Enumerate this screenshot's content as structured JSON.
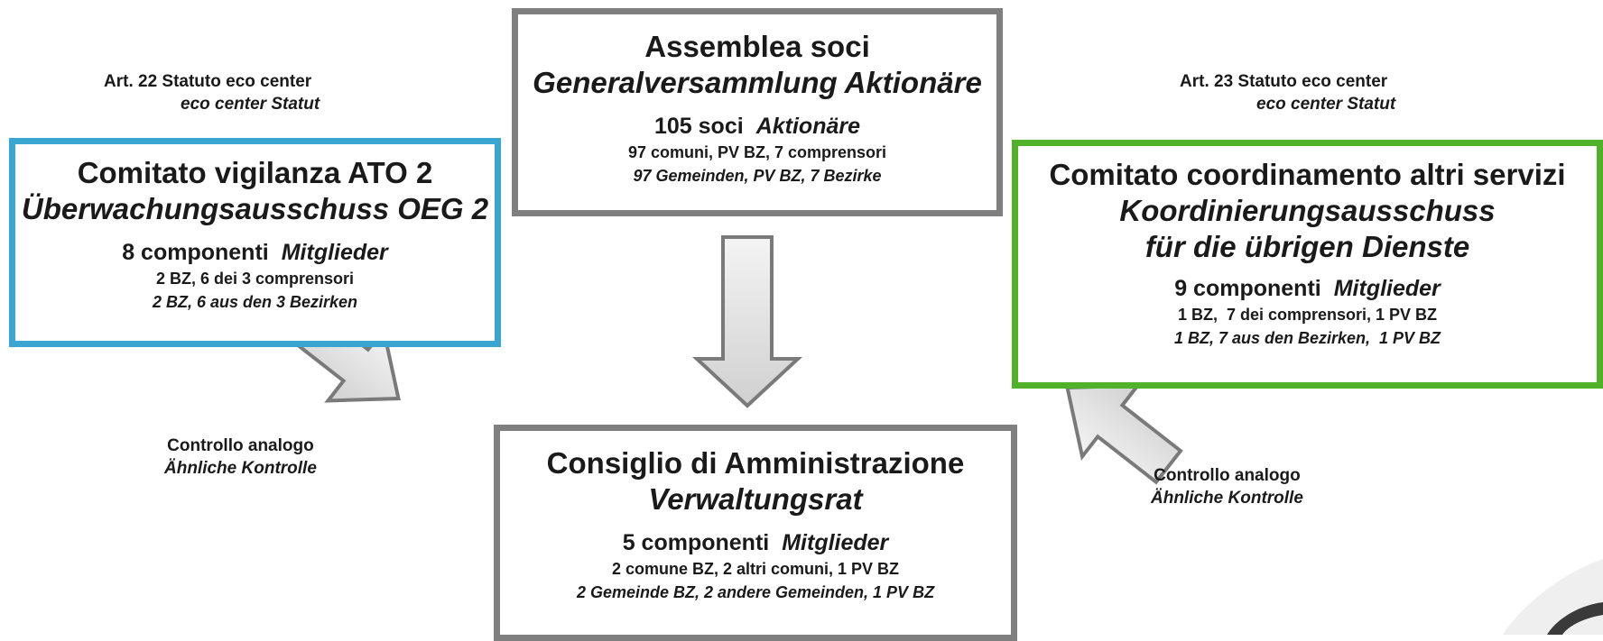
{
  "assembly": {
    "title": "Assemblea soci",
    "title_de": "Generalversammlung Aktionäre",
    "count": "105 soci",
    "count_de": "Aktionäre",
    "detail": "97 comuni, PV BZ, 7 comprensori",
    "detail_de": "97 Gemeinden, PV BZ, 7 Bezirke"
  },
  "left_committee": {
    "title": "Comitato vigilanza ATO 2",
    "title_de": "Überwachungsausschuss OEG 2",
    "count": "8 componenti",
    "count_de": "Mitglieder",
    "detail": "2 BZ, 6 dei 3 comprensori",
    "detail_de": "2 BZ, 6 aus den 3 Bezirken"
  },
  "right_committee": {
    "title": "Comitato coordinamento altri servizi",
    "title_de_1": "Koordinierungsausschuss",
    "title_de_2": "für die übrigen Dienste",
    "count": "9 componenti",
    "count_de": "Mitglieder",
    "detail": "1 BZ,  7 dei comprensori, 1 PV BZ",
    "detail_de": "1 BZ, 7 aus den Bezirken,  1 PV BZ"
  },
  "board": {
    "title": "Consiglio di Amministrazione",
    "title_de": "Verwaltungsrat",
    "count": "5 componenti",
    "count_de": "Mitglieder",
    "detail": "2 comune BZ, 2 altri comuni, 1 PV BZ",
    "detail_de": "2 Gemeinde BZ, 2 andere Gemeinden, 1 PV BZ"
  },
  "labels": {
    "art22": "Art. 22 Statuto eco center",
    "art22_de": "eco center Statut",
    "art23": "Art. 23 Statuto eco center",
    "art23_de": "eco center Statut",
    "control_left": "Controllo analogo",
    "control_left_de": "Ähnliche Kontrolle",
    "control_right": "Controllo analogo",
    "control_right_de": "Ähnliche Kontrolle"
  },
  "colors": {
    "grey_border": "#7f7f7f",
    "blue_border": "#3aa6cf",
    "green_border": "#52b12a",
    "arrow_fill": "#e6e6e6",
    "arrow_stroke": "#7a7a7a"
  }
}
